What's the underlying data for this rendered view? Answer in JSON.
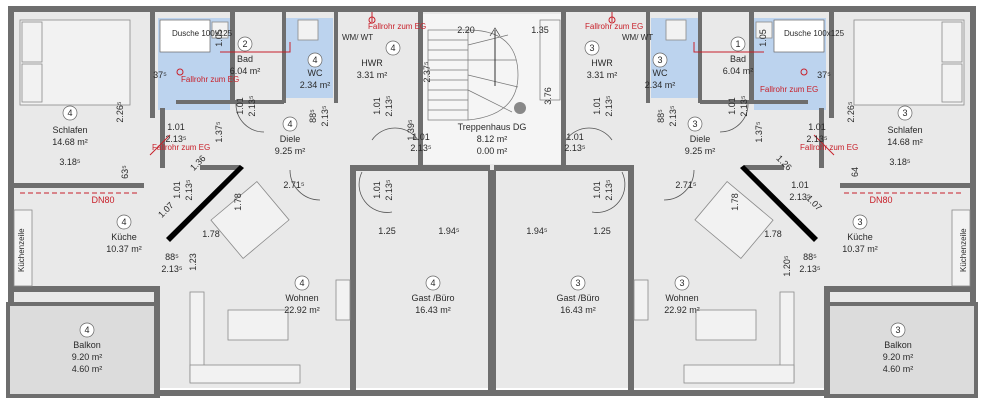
{
  "rooms": {
    "left_schlafen": {
      "num": "4",
      "name": "Schlafen",
      "area": "14.68 m²"
    },
    "left_bad": {
      "num": "2",
      "name": "Bad",
      "area": "6.04 m²"
    },
    "left_dusche": "Dusche 100x125",
    "left_wc": {
      "num": "4",
      "name": "WC",
      "area": "2.34 m²"
    },
    "left_hwr": {
      "num": "4",
      "name": "HWR",
      "area": "3.31 m²"
    },
    "left_diele": {
      "num": "4",
      "name": "Diele",
      "area": "9.25 m²"
    },
    "left_kueche": {
      "num": "4",
      "name": "Küche",
      "area": "10.37 m²"
    },
    "left_wohnen": {
      "num": "4",
      "name": "Wohnen",
      "area": "22.92 m²"
    },
    "left_gast": {
      "num": "4",
      "name": "Gast /Büro",
      "area": "16.43 m²"
    },
    "left_balkon": {
      "num": "4",
      "name": "Balkon",
      "area1": "9.20 m²",
      "area2": "4.60 m²"
    },
    "stair": {
      "name": "Treppenhaus DG",
      "area1": "8.12 m²",
      "area2": "0.00 m²"
    },
    "right_gast": {
      "num": "3",
      "name": "Gast /Büro",
      "area": "16.43 m²"
    },
    "right_wohnen": {
      "num": "3",
      "name": "Wohnen",
      "area": "22.92 m²"
    },
    "right_kueche": {
      "num": "3",
      "name": "Küche",
      "area": "10.37 m²"
    },
    "right_diele": {
      "num": "3",
      "name": "Diele",
      "area": "9.25 m²"
    },
    "right_hwr": {
      "num": "3",
      "name": "HWR",
      "area": "3.31 m²"
    },
    "right_wc": {
      "num": "3",
      "name": "WC",
      "area": "2.34 m²"
    },
    "right_bad": {
      "num": "1",
      "name": "Bad",
      "area": "6.04 m²"
    },
    "right_dusche": "Dusche 100x125",
    "right_schlafen": {
      "num": "3",
      "name": "Schlafen",
      "area": "14.68 m²"
    },
    "right_balkon": {
      "num": "3",
      "name": "Balkon",
      "area1": "9.20 m²",
      "area2": "4.60 m²"
    }
  },
  "labels": {
    "fallrohr_eg": "Fallrohr zum EG",
    "wm_wt": "WM/ WT",
    "dn80": "DN80",
    "kuechenzeile": "Küchenzeile"
  },
  "dims": {
    "d220": "2.20",
    "d135": "1.35",
    "d237": "2.37⁵",
    "d376": "3.76",
    "d105": "1.05",
    "d375": "37⁵",
    "d226": "2.26⁵",
    "d101": "1.01",
    "d2135": "2.13⁵",
    "d137": "1.37⁵",
    "d885": "88⁵",
    "d213": "2.13⁵",
    "d139": "1.39⁵",
    "d318": "3.18⁵",
    "d635": "63⁵",
    "d136": "1.36",
    "d126": "1.26",
    "d64": "64",
    "d271": "2.71⁵",
    "d107": "1.07",
    "d178": "1.78",
    "d125": "1.25",
    "d194": "1.94⁵",
    "d123": "1.23",
    "d120": "1.20⁵"
  }
}
